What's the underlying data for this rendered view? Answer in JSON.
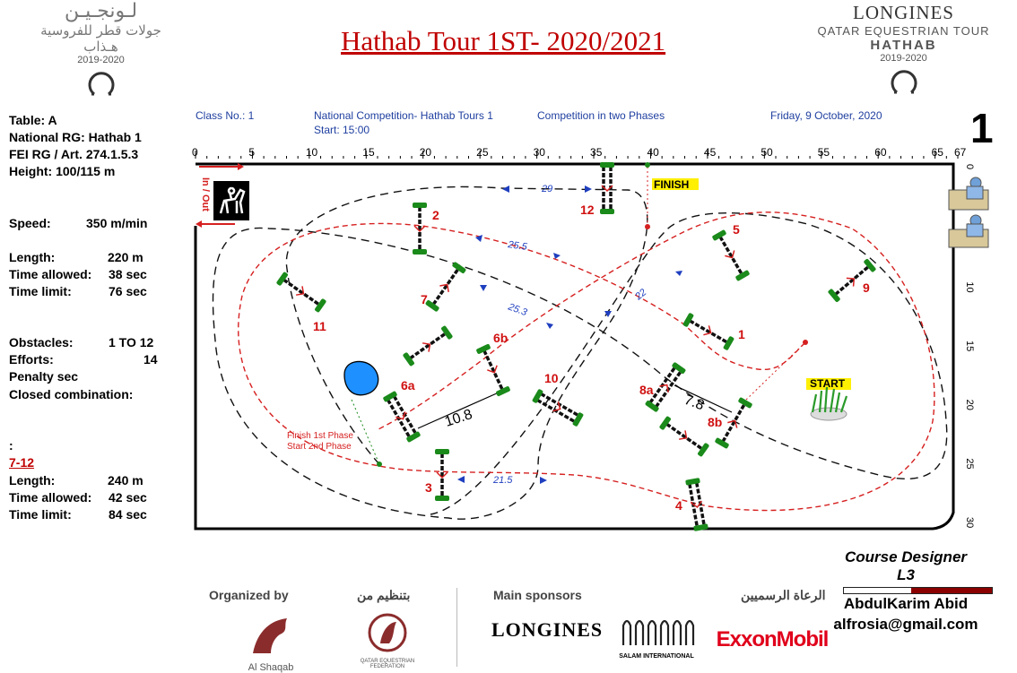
{
  "header": {
    "title": "Hathab Tour 1ST- 2020/2021",
    "logo_left": {
      "arabic_line1": "لـونجـيـن",
      "arabic_line2": "جولات قطر للفروسية",
      "arabic_line3": "هـذاب",
      "years": "2019-2020"
    },
    "logo_right": {
      "brand": "LONGINES",
      "tour": "QATAR EQUESTRIAN TOUR",
      "sub": "HATHAB",
      "years": "2019-2020"
    }
  },
  "competition": {
    "class_no": "Class No.: 1",
    "name": "National Competition- Hathab Tours 1",
    "start": "Start: 15:00",
    "format": "Competition in two Phases",
    "date": "Friday, 9 October, 2020",
    "course_number": "1"
  },
  "specs": {
    "table": "Table: A",
    "national_rg": "National RG: Hathab 1",
    "fei_rg": "FEI RG / Art. 274.1.5.3",
    "height": "Height: 100/115  m",
    "speed_label": "Speed:",
    "speed_value": "350  m/min",
    "length_label": "Length:",
    "length_value": "220    m",
    "time_allowed_label": "Time allowed:",
    "time_allowed_value": "38  sec",
    "time_limit_label": "Time limit:",
    "time_limit_value": "76  sec",
    "obstacles_label": "Obstacles:",
    "obstacles_value": "1 TO 12",
    "efforts_label": "Efforts:",
    "efforts_value": "14",
    "penalty": "Penalty sec",
    "closed_combination": "Closed combination:",
    "colon": ":",
    "phase2": {
      "title": "7-12",
      "length_label": "Length:",
      "length_value": "240    m",
      "time_allowed_label": "Time allowed:",
      "time_allowed_value": "42  sec",
      "time_limit_label": "Time limit:",
      "time_limit_value": "84  sec"
    }
  },
  "arena": {
    "top_ruler": [
      "0",
      "5",
      "10",
      "15",
      "20",
      "25",
      "30",
      "35",
      "40",
      "45",
      "50",
      "55",
      "60",
      "65",
      "67"
    ],
    "side_ruler": [
      "0",
      "5",
      "10",
      "15",
      "20",
      "25",
      "30"
    ],
    "in_out_label": "In / Out",
    "finish_label": "FINISH",
    "start_label": "START",
    "phase_note_1": "Finish 1st Phase",
    "phase_note_2": "Start   2nd Phase",
    "obstacle_labels": [
      "1",
      "2",
      "3",
      "4",
      "5",
      "6a",
      "6b",
      "7",
      "8a",
      "8b",
      "9",
      "10",
      "11",
      "12"
    ],
    "distances": [
      "29",
      "25.5",
      "25.3",
      "22",
      "21.5",
      "10.8",
      "7.8"
    ],
    "colors": {
      "phase1_path": "#d62020",
      "phase2_path": "#111111",
      "pole_green": "#1a8a1a",
      "label_red": "#d01010",
      "finish_bg": "#ffef00"
    }
  },
  "designer": {
    "title": "Course Designer",
    "level": "L3",
    "name": "AbdulKarim Abid",
    "email": "alfrosia@gmail.com"
  },
  "sponsors": {
    "organized_by": "Organized by",
    "organized_by_ar": "بتنظيم من",
    "main_sponsors": "Main sponsors",
    "main_sponsors_ar": "الرعاة الرسميين",
    "logos": [
      "Al Shaqab",
      "QATAR EQUESTRIAN FEDERATION",
      "LONGINES",
      "SALAM INTERNATIONAL",
      "ExxonMobil"
    ]
  }
}
